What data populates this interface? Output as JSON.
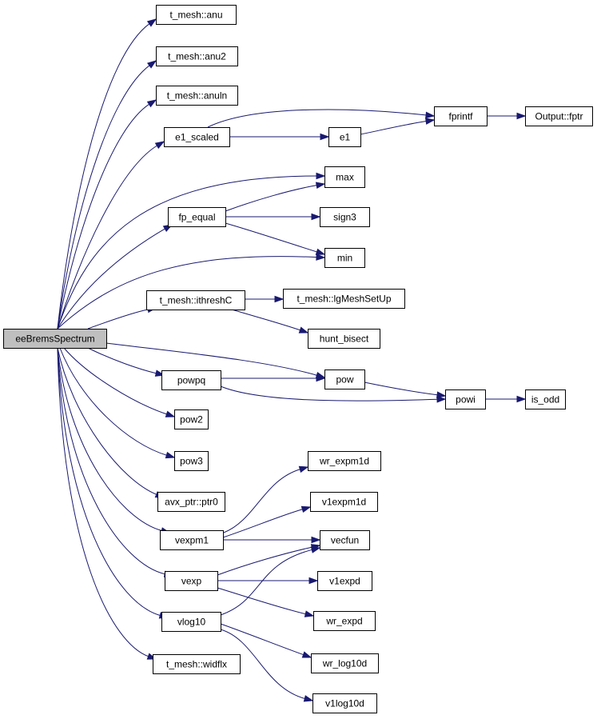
{
  "graph": {
    "edge_color": "#191970",
    "root_fill": "#bfbfbf",
    "node_fill": "#ffffff",
    "nodes": [
      {
        "id": "eeBremsSpectrum",
        "label": "eeBremsSpectrum",
        "root": true
      },
      {
        "id": "anu",
        "label": "t_mesh::anu"
      },
      {
        "id": "anu2",
        "label": "t_mesh::anu2"
      },
      {
        "id": "anuln",
        "label": "t_mesh::anuln"
      },
      {
        "id": "e1_scaled",
        "label": "e1_scaled"
      },
      {
        "id": "fp_equal",
        "label": "fp_equal"
      },
      {
        "id": "ithreshC",
        "label": "t_mesh::ithreshC"
      },
      {
        "id": "powpq",
        "label": "powpq"
      },
      {
        "id": "pow2",
        "label": "pow2"
      },
      {
        "id": "pow3",
        "label": "pow3"
      },
      {
        "id": "ptr0",
        "label": "avx_ptr::ptr0"
      },
      {
        "id": "vexpm1",
        "label": "vexpm1"
      },
      {
        "id": "vexp",
        "label": "vexp"
      },
      {
        "id": "vlog10",
        "label": "vlog10"
      },
      {
        "id": "widflx",
        "label": "t_mesh::widflx"
      },
      {
        "id": "fprintf",
        "label": "fprintf"
      },
      {
        "id": "fptr",
        "label": "Output::fptr"
      },
      {
        "id": "e1",
        "label": "e1"
      },
      {
        "id": "max",
        "label": "max"
      },
      {
        "id": "sign3",
        "label": "sign3"
      },
      {
        "id": "min",
        "label": "min"
      },
      {
        "id": "lgMeshSetUp",
        "label": "t_mesh::lgMeshSetUp"
      },
      {
        "id": "hunt_bisect",
        "label": "hunt_bisect"
      },
      {
        "id": "pow",
        "label": "pow"
      },
      {
        "id": "powi",
        "label": "powi"
      },
      {
        "id": "is_odd",
        "label": "is_odd"
      },
      {
        "id": "wr_expm1d",
        "label": "wr_expm1d"
      },
      {
        "id": "v1expm1d",
        "label": "v1expm1d"
      },
      {
        "id": "vecfun",
        "label": "vecfun"
      },
      {
        "id": "v1expd",
        "label": "v1expd"
      },
      {
        "id": "wr_expd",
        "label": "wr_expd"
      },
      {
        "id": "wr_log10d",
        "label": "wr_log10d"
      },
      {
        "id": "v1log10d",
        "label": "v1log10d"
      }
    ],
    "edges": [
      {
        "from": "eeBremsSpectrum",
        "to": "anu"
      },
      {
        "from": "eeBremsSpectrum",
        "to": "anu2"
      },
      {
        "from": "eeBremsSpectrum",
        "to": "anuln"
      },
      {
        "from": "eeBremsSpectrum",
        "to": "e1_scaled"
      },
      {
        "from": "eeBremsSpectrum",
        "to": "max"
      },
      {
        "from": "eeBremsSpectrum",
        "to": "fp_equal"
      },
      {
        "from": "eeBremsSpectrum",
        "to": "min"
      },
      {
        "from": "eeBremsSpectrum",
        "to": "ithreshC"
      },
      {
        "from": "eeBremsSpectrum",
        "to": "pow"
      },
      {
        "from": "eeBremsSpectrum",
        "to": "powpq"
      },
      {
        "from": "eeBremsSpectrum",
        "to": "pow2"
      },
      {
        "from": "eeBremsSpectrum",
        "to": "pow3"
      },
      {
        "from": "eeBremsSpectrum",
        "to": "ptr0"
      },
      {
        "from": "eeBremsSpectrum",
        "to": "vexpm1"
      },
      {
        "from": "eeBremsSpectrum",
        "to": "vexp"
      },
      {
        "from": "eeBremsSpectrum",
        "to": "vlog10"
      },
      {
        "from": "eeBremsSpectrum",
        "to": "widflx"
      },
      {
        "from": "e1_scaled",
        "to": "fprintf"
      },
      {
        "from": "e1_scaled",
        "to": "e1"
      },
      {
        "from": "e1",
        "to": "fprintf"
      },
      {
        "from": "fprintf",
        "to": "fptr"
      },
      {
        "from": "fp_equal",
        "to": "max"
      },
      {
        "from": "fp_equal",
        "to": "sign3"
      },
      {
        "from": "fp_equal",
        "to": "min"
      },
      {
        "from": "ithreshC",
        "to": "lgMeshSetUp"
      },
      {
        "from": "ithreshC",
        "to": "hunt_bisect"
      },
      {
        "from": "powpq",
        "to": "pow"
      },
      {
        "from": "powpq",
        "to": "powi"
      },
      {
        "from": "pow",
        "to": "powi"
      },
      {
        "from": "powi",
        "to": "is_odd"
      },
      {
        "from": "vexpm1",
        "to": "wr_expm1d"
      },
      {
        "from": "vexpm1",
        "to": "v1expm1d"
      },
      {
        "from": "vexpm1",
        "to": "vecfun"
      },
      {
        "from": "vexp",
        "to": "vecfun"
      },
      {
        "from": "vexp",
        "to": "v1expd"
      },
      {
        "from": "vexp",
        "to": "wr_expd"
      },
      {
        "from": "vlog10",
        "to": "vecfun"
      },
      {
        "from": "vlog10",
        "to": "wr_log10d"
      },
      {
        "from": "vlog10",
        "to": "v1log10d"
      }
    ]
  }
}
